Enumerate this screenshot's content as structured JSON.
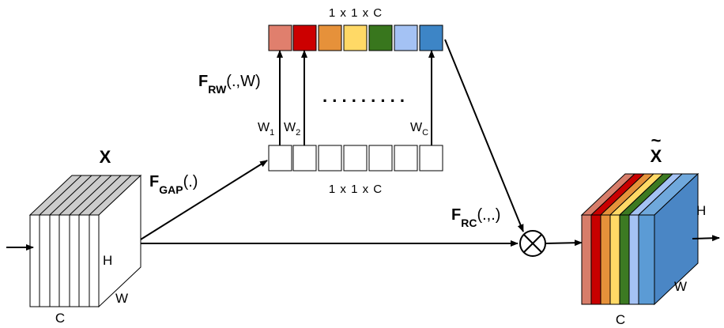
{
  "labels": {
    "x_input": "X",
    "x_output": "X",
    "output_tilde": "~",
    "top_dims": "1 x 1 x C",
    "bottom_dims": "1 x 1 x C",
    "input_h": "H",
    "input_w": "W",
    "input_c": "C",
    "output_h": "H",
    "output_w": "W",
    "output_c": "C",
    "dots": ". . . . . . . . .",
    "f_rw_main": "F",
    "f_rw_sub": "RW",
    "f_rw_args": "(.,W)",
    "f_gap_main": "F",
    "f_gap_sub": "GAP",
    "f_gap_args": "(.)",
    "f_rc_main": "F",
    "f_rc_sub": "RC",
    "f_rc_args": "(.,.)",
    "w1_main": "W",
    "w1_sub": "1",
    "w2_main": "W",
    "w2_sub": "2",
    "wc_main": "W",
    "wc_sub": "C"
  },
  "colors": {
    "channel_colors": [
      "#e07f6d",
      "#cc0000",
      "#e6913a",
      "#ffd966",
      "#38761d",
      "#a4c2f4",
      "#3d85c6"
    ],
    "output_front_colors": [
      "#d77d6a",
      "#c80000",
      "#e5913a",
      "#ffd966",
      "#3c7a22",
      "#a4c2f4"
    ],
    "output_block_front": "#5b9bd5",
    "output_block_top": "#6fa8dc",
    "output_block_side": "#4a86c5",
    "input_top": "#cccccc",
    "line": "#000000"
  },
  "icons": {
    "multiply": "circle-times-icon"
  }
}
